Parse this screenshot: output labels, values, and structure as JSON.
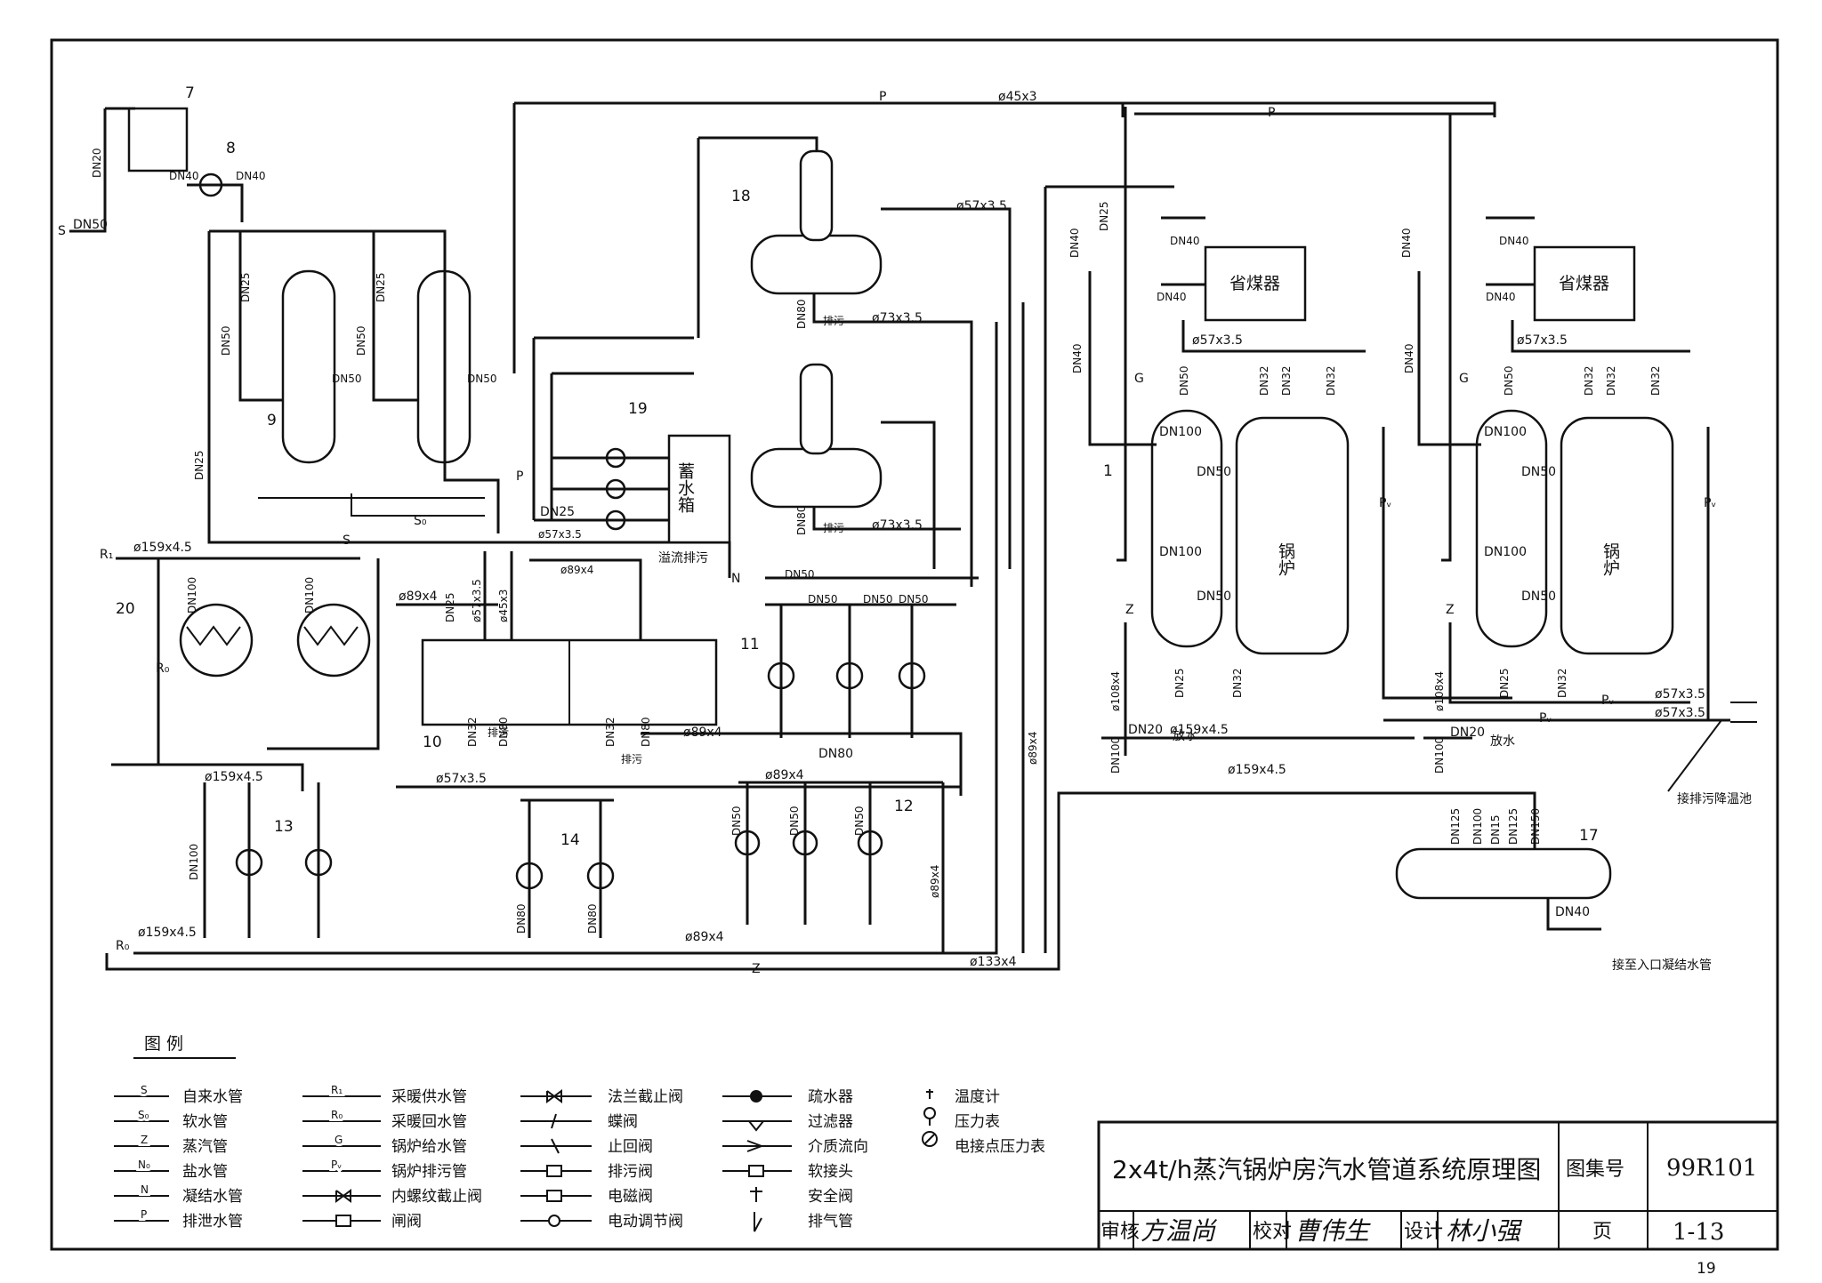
{
  "legend": {
    "heading": "图 例",
    "col1": [
      {
        "code": "S",
        "text": "自来水管"
      },
      {
        "code": "S₀",
        "text": "软水管"
      },
      {
        "code": "Z",
        "text": "蒸汽管"
      },
      {
        "code": "N₀",
        "text": "盐水管"
      },
      {
        "code": "N",
        "text": "凝结水管"
      },
      {
        "code": "P",
        "text": "排泄水管"
      }
    ],
    "col2": [
      {
        "code": "R₁",
        "text": "采暖供水管"
      },
      {
        "code": "R₀",
        "text": "采暖回水管"
      },
      {
        "code": "G",
        "text": "锅炉给水管"
      },
      {
        "code": "Pᵥ",
        "text": "锅炉排污管"
      },
      {
        "code": "",
        "text": "内螺纹截止阀"
      },
      {
        "code": "",
        "text": "闸阀"
      }
    ],
    "col3": [
      "法兰截止阀",
      "蝶阀",
      "止回阀",
      "排污阀",
      "电磁阀",
      "电动调节阀"
    ],
    "col4": [
      "疏水器",
      "过滤器",
      "介质流向",
      "软接头",
      "安全阀",
      "排气管"
    ],
    "col5": [
      "温度计",
      "压力表",
      "电接点压力表"
    ]
  },
  "title_block": {
    "title": "2x4t/h蒸汽锅炉房汽水管道系统原理图",
    "atlas_label": "图集号",
    "atlas_no": "99R101",
    "review_label": "审核",
    "review_sign": "方温尚",
    "check_label": "校对",
    "check_sign": "曹伟生",
    "design_label": "设计",
    "design_sign": "林小强",
    "page_label": "页",
    "page_no": "1-13"
  },
  "sheet_page_number": "19",
  "equipment": {
    "storage_tank": "蓄水箱",
    "economizer": "省煤器",
    "boiler": "锅炉",
    "overflow": "溢流排污",
    "drain": "放水",
    "blowdown": "排污",
    "to_blowdown_pool": "接排污降温池",
    "to_condensate": "接至入口凝结水管"
  },
  "numbers": [
    "1",
    "7",
    "8",
    "9",
    "10",
    "11",
    "12",
    "13",
    "14",
    "17",
    "18",
    "19",
    "20"
  ],
  "pipe_labels": {
    "p45": "ø45x3",
    "p57": "ø57x3.5",
    "p73": "ø73x3.5",
    "p89": "ø89x4",
    "p108": "ø108x4",
    "p133": "ø133x4",
    "p159": "ø159x4.5",
    "dn15": "DN15",
    "dn20": "DN20",
    "dn25": "DN25",
    "dn32": "DN32",
    "dn40": "DN40",
    "dn50": "DN50",
    "dn80": "DN80",
    "dn100": "DN100",
    "dn125": "DN125",
    "dn150": "DN150"
  },
  "line_codes": {
    "P": "P",
    "S": "S",
    "S0": "S₀",
    "Z": "Z",
    "N": "N",
    "N0": "N₀",
    "G": "G",
    "Pw": "Pᵥ",
    "Rs": "R₁",
    "Rh": "R₀"
  }
}
